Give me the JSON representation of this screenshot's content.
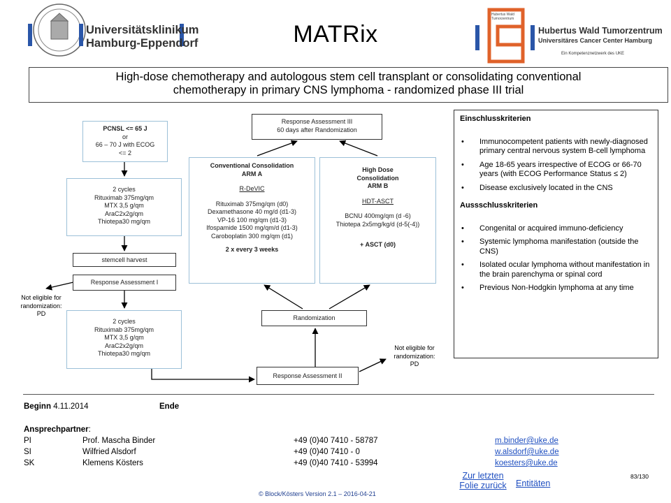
{
  "header": {
    "title": "MATRix",
    "subtitle_line1": "High-dose chemotherapy and autologous stem cell transplant or consolidating conventional",
    "subtitle_line2": "chemotherapy in primary CNS lymphoma - randomized phase III trial",
    "logo_left": {
      "line1": "Universitätsklinikum",
      "line2": "Hamburg-Eppendorf"
    },
    "logo_right": {
      "small1": "Hubertus Wald",
      "small2": "Tumorzentrum",
      "line1": "Hubertus Wald Tumorzentrum",
      "line2": "Universitäres Cancer Center Hamburg",
      "line3": "Ein Kompetenznetzwerk des UKE"
    }
  },
  "flow": {
    "eligibility": [
      "PCNSL  <= 65 J",
      "or",
      "66 – 70 J with ECOG",
      "<= 2"
    ],
    "cycles1": [
      "2 cycles",
      "Rituximab 375mg/qm",
      "MTX 3,5 g/qm",
      "AraC2x2g/qm",
      "Thiotepa30 mg/qm"
    ],
    "stemcell": "stemcell harvest",
    "response1": "Response Assessment I",
    "not_eligible_left": [
      "Not eligible for",
      "randomization:",
      "PD"
    ],
    "cycles2": [
      "2 cycles",
      "Rituximab 375mg/qm",
      "MTX 3,5 g/qm",
      "AraC2x2g/qm",
      "Thiotepa30 mg/qm"
    ],
    "response2": "Response Assessment II",
    "not_eligible_right": [
      "Not eligible for",
      "randomization:",
      "PD"
    ],
    "randomization": "Randomization",
    "response3": [
      "Response Assessment III",
      "60 days after Randomization"
    ],
    "arm_a": {
      "title1": "Conventional Consolidation",
      "title2": "ARM A",
      "regimen": "R-DeVIC",
      "drugs": [
        "Rituximab 375mg/qm (d0)",
        "Dexamethasone 40 mg/d (d1-3)",
        "VP-16 100 mg/qm (d1-3)",
        "Ifospamide 1500 mg/qm/d (d1-3)",
        "Caroboplatin 300 mg/qm (d1)"
      ],
      "schedule": "2 x every 3 weeks"
    },
    "arm_b": {
      "title1": "High Dose",
      "title2": "Consolidation",
      "title3": "ARM B",
      "regimen": "HDT-ASCT",
      "drugs": [
        "BCNU 400mg/qm (d -6)",
        "Thiotepa 2x5mg/kg/d (d-5(-4))"
      ],
      "asct": "+ ASCT (d0)"
    }
  },
  "criteria": {
    "inclusion_header": "Einschlusskriterien",
    "inclusion": [
      "Immunocompetent patients with newly-diagnosed primary central nervous system B-cell lymphoma",
      "Age 18-65 years irrespective of ECOG or 66-70 years (with ECOG Performance Status ≤ 2)",
      "Disease exclusively located in the CNS"
    ],
    "exclusion_header": "Aussschlusskriterien",
    "exclusion": [
      "Congenital or acquired immuno-deficiency",
      "Systemic lymphoma manifestation (outside the CNS)",
      "Isolated ocular lymphoma without manifestation in the brain parenchyma or spinal cord",
      "Previous Non-Hodgkin lymphoma at any time"
    ],
    "bullet": "•"
  },
  "footer": {
    "beginn_label": "Beginn",
    "beginn_value": "4.11.2014",
    "ende_label": "Ende",
    "contact_label": "Ansprechpartner",
    "contact_colon": ":",
    "contacts": [
      {
        "role": "PI",
        "name": "Prof. Mascha Binder",
        "phone": "+49 (0)40  7410  -  58787",
        "email": "m.binder@uke.de"
      },
      {
        "role": "SI",
        "name": "Wilfried Alsdorf",
        "phone": "+49 (0)40  7410  -  0",
        "email": "w.alsdorf@uke.de"
      },
      {
        "role": "SK",
        "name": "Klemens Kösters",
        "phone": "+49 (0)40  7410  -  53994",
        "email": "koesters@uke.de"
      }
    ],
    "nav_back1": "Zur letzten",
    "nav_back2": "Folie zurück",
    "nav_entities": "Entitäten",
    "page_number": "83/130",
    "copyright": "© Block/Kösters Version 2.1 – 2016-04-21"
  }
}
